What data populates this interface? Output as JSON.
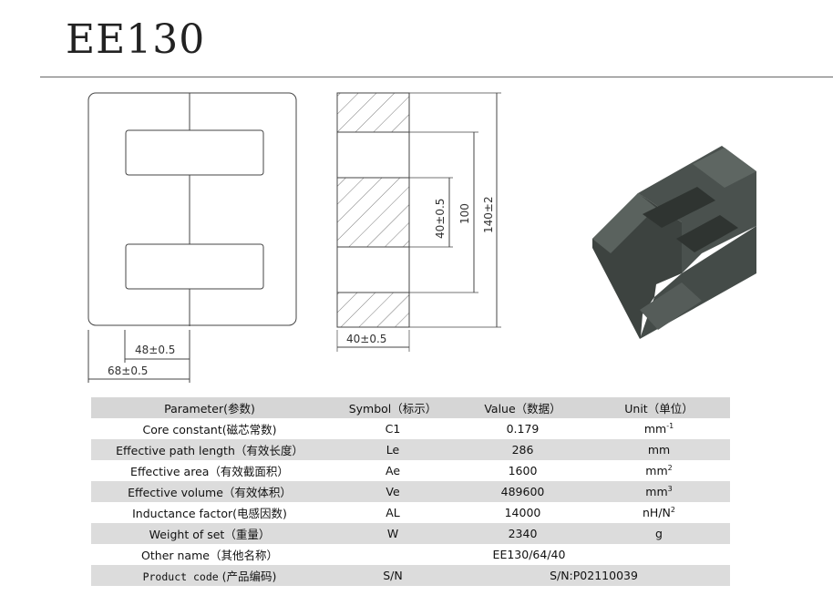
{
  "title": "EE130",
  "dimensions": {
    "center_width": "48±0.5",
    "overall_width": "68±0.5",
    "thickness": "40±0.5",
    "center_leg": "40±0.5",
    "window_height": "100",
    "overall_height": "140±2"
  },
  "table": {
    "headers": [
      "Parameter(参数)",
      "Symbol（标示）",
      "Value（数据）",
      "Unit（单位）"
    ],
    "rows": [
      {
        "param": "Core constant(磁芯常数)",
        "symbol": "C1",
        "value": "0.179",
        "unit": "mm",
        "unit_sup": "-1"
      },
      {
        "param": "Effective path length（有效长度）",
        "symbol": "Le",
        "value": "286",
        "unit": "mm",
        "unit_sup": ""
      },
      {
        "param": "Effective area（有效截面积）",
        "symbol": "Ae",
        "value": "1600",
        "unit": "mm",
        "unit_sup": "2"
      },
      {
        "param": "Effective volume（有效体积）",
        "symbol": "Ve",
        "value": "489600",
        "unit": "mm",
        "unit_sup": "3"
      },
      {
        "param": "Inductance factor(电感因数)",
        "symbol": "AL",
        "value": "14000",
        "unit": "nH/N",
        "unit_sup": "2"
      },
      {
        "param": "Weight of set（重量）",
        "symbol": "W",
        "value": "2340",
        "unit": "g",
        "unit_sup": ""
      }
    ],
    "other_name": {
      "param": "Other name（其他名称）",
      "value": "EE130/64/40"
    },
    "product_code": {
      "param_code": "Product code",
      "param_cn": "(产品编码)",
      "symbol": "S/N",
      "value": "S/N:P02110039"
    }
  }
}
